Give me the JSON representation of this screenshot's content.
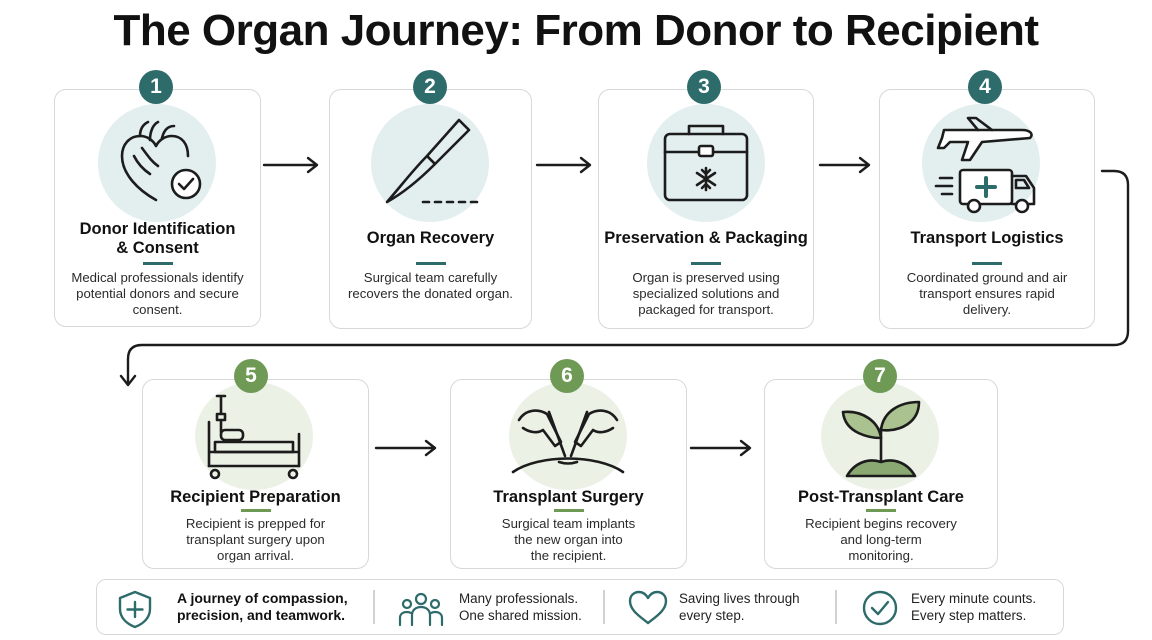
{
  "title": "The Organ Journey: From Donor to Recipient",
  "colors": {
    "teal": "#2e6b6b",
    "green": "#6e9a56",
    "teal_soft": "#e3eeee",
    "green_soft": "#ecf1e6"
  },
  "steps": [
    {
      "number": "1",
      "title_lines": [
        "Donor Identification",
        "& Consent"
      ],
      "desc_lines": [
        "Medical professionals identify",
        "potential donors and secure",
        "consent."
      ],
      "icon": "heart-check-icon"
    },
    {
      "number": "2",
      "title_lines": [
        "Organ Recovery"
      ],
      "desc_lines": [
        "Surgical team carefully",
        "recovers the donated organ."
      ],
      "icon": "scalpel-icon"
    },
    {
      "number": "3",
      "title_lines": [
        "Preservation & Packaging"
      ],
      "desc_lines": [
        "Organ is preserved using",
        "specialized solutions and",
        "packaged for transport."
      ],
      "icon": "cooler-box-icon"
    },
    {
      "number": "4",
      "title_lines": [
        "Transport Logistics"
      ],
      "desc_lines": [
        "Coordinated ground and air",
        "transport ensures rapid",
        "delivery."
      ],
      "icon": "plane-ambulance-icon"
    },
    {
      "number": "5",
      "title_lines": [
        "Recipient Preparation"
      ],
      "desc_lines": [
        "Recipient is prepped for",
        "transplant surgery upon",
        "organ arrival."
      ],
      "icon": "hospital-bed-icon"
    },
    {
      "number": "6",
      "title_lines": [
        "Transplant Surgery"
      ],
      "desc_lines": [
        "Surgical team implants",
        "the new organ into",
        "the recipient."
      ],
      "icon": "surgery-hands-icon"
    },
    {
      "number": "7",
      "title_lines": [
        "Post-Transplant Care"
      ],
      "desc_lines": [
        "Recipient begins recovery",
        "and long-term",
        "monitoring."
      ],
      "icon": "sprout-icon"
    }
  ],
  "footer": [
    {
      "icon": "shield-plus-icon",
      "lines": [
        "A journey of compassion,",
        "precision, and teamwork."
      ]
    },
    {
      "icon": "people-group-icon",
      "lines": [
        "Many professionals.",
        "One shared mission."
      ]
    },
    {
      "icon": "heart-outline-icon",
      "lines": [
        "Saving lives through",
        "every step."
      ]
    },
    {
      "icon": "check-circle-icon",
      "lines": [
        "Every minute counts.",
        "Every step matters."
      ]
    }
  ]
}
